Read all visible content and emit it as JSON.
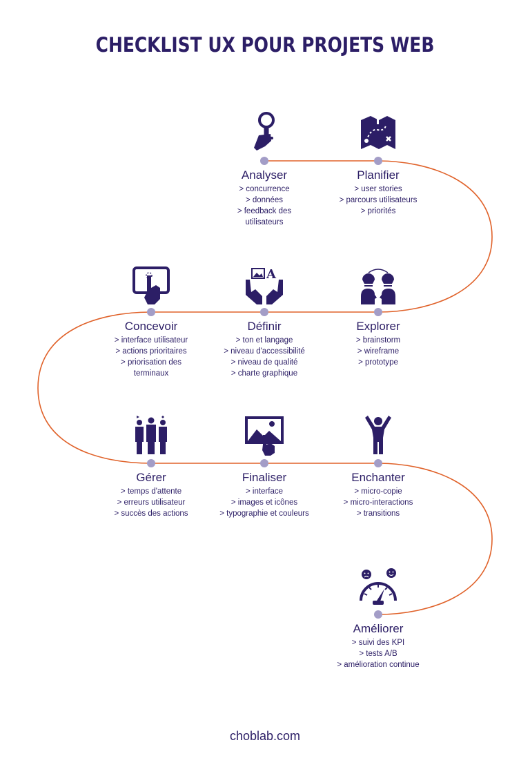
{
  "title": "CHECKLIST UX POUR PROJETS WEB",
  "footer": "choblab.com",
  "colors": {
    "primary": "#2c1e66",
    "path": "#e0622a",
    "dot": "#a39dc7"
  },
  "steps": [
    {
      "title": "Analyser",
      "icon": "hand-magnifier-icon",
      "items": [
        "> concurrence",
        "> données",
        "> feedback des utilisateurs"
      ]
    },
    {
      "title": "Planifier",
      "icon": "treasure-map-icon",
      "items": [
        "> user stories",
        "> parcours utilisateurs",
        "> priorités"
      ]
    },
    {
      "title": "Explorer",
      "icon": "heads-lightbulbs-icon",
      "items": [
        "> brainstorm",
        "> wireframe",
        "> prototype"
      ]
    },
    {
      "title": "Définir",
      "icon": "hands-image-letter-icon",
      "items": [
        "> ton et langage",
        "> niveau d'accessibilité",
        "> niveau de qualité",
        "> charte graphique"
      ]
    },
    {
      "title": "Concevoir",
      "icon": "tablet-touch-icon",
      "items": [
        "> interface utilisateur",
        "> actions prioritaires",
        "> priorisation des terminaux"
      ]
    },
    {
      "title": "Gérer",
      "icon": "people-group-icon",
      "items": [
        "> temps d'attente",
        "> erreurs utilisateur",
        "> succès des actions"
      ]
    },
    {
      "title": "Finaliser",
      "icon": "picture-touch-icon",
      "items": [
        "> interface",
        "> images et icônes",
        "> typographie et couleurs"
      ]
    },
    {
      "title": "Enchanter",
      "icon": "person-cheering-icon",
      "items": [
        "> micro-copie",
        "> micro-interactions",
        "> transitions"
      ]
    },
    {
      "title": "Améliorer",
      "icon": "satisfaction-gauge-icon",
      "items": [
        "> suivi des KPI",
        "> tests A/B",
        "> amélioration continue"
      ]
    }
  ]
}
